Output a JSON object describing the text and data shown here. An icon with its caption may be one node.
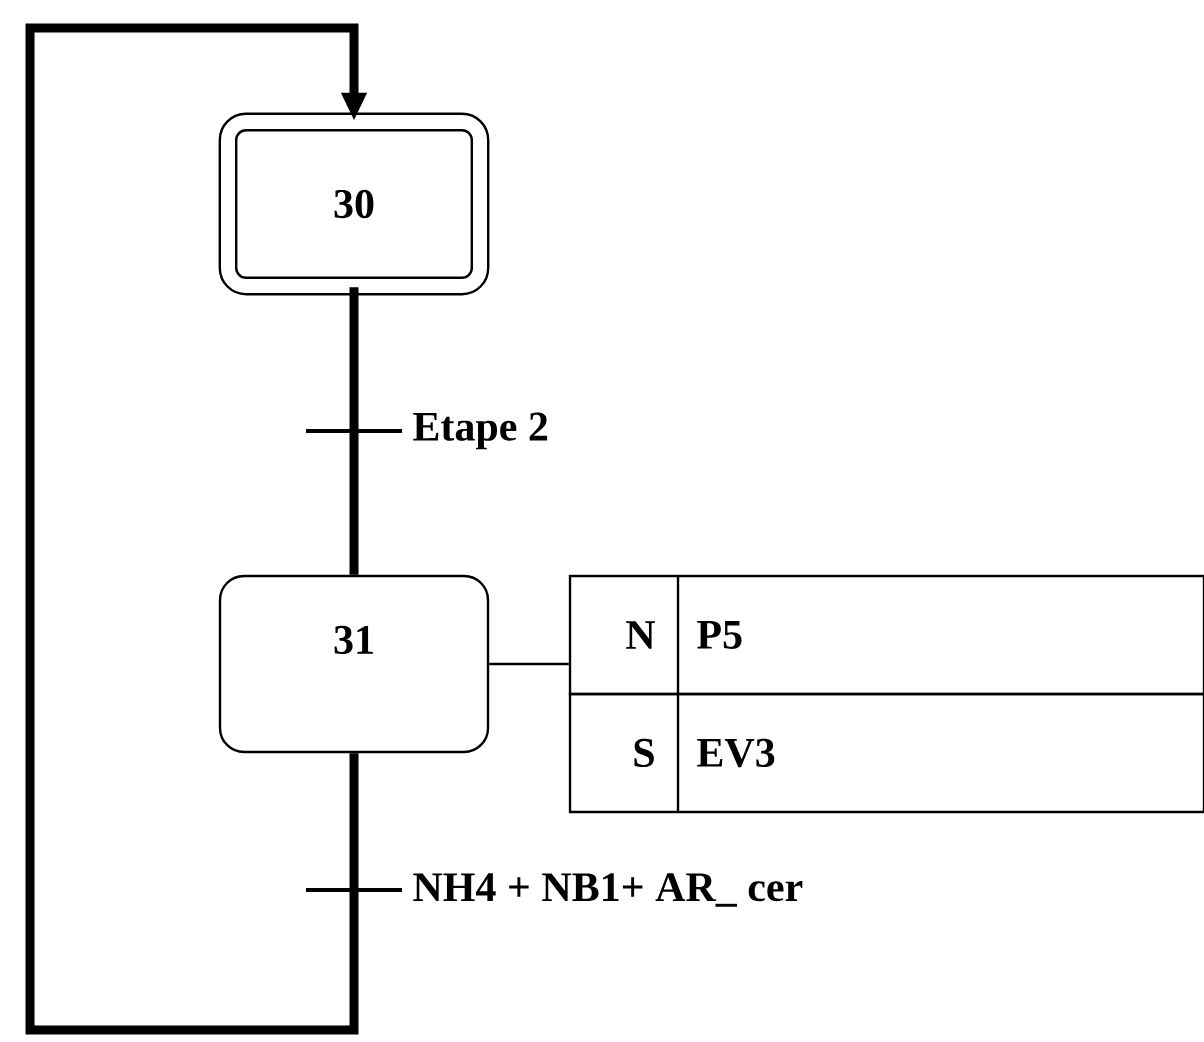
{
  "diagram": {
    "nodes": [
      {
        "text": [
          "30"
        ]
      },
      {
        "text": [
          "31"
        ]
      },
      {
        "text": [
          "N",
          "P5"
        ]
      },
      {
        "text": [
          "S",
          "EV3"
        ]
      }
    ],
    "edges": [
      {
        "from": 0,
        "to": 1,
        "arrow": "none",
        "label": "Etape 2"
      },
      {
        "from": 1,
        "to": 0,
        "arrow": "to",
        "label": "NH4 + NB1+ AR_ cer"
      },
      {
        "from": 1,
        "to": 2,
        "arrow": "none"
      }
    ]
  }
}
